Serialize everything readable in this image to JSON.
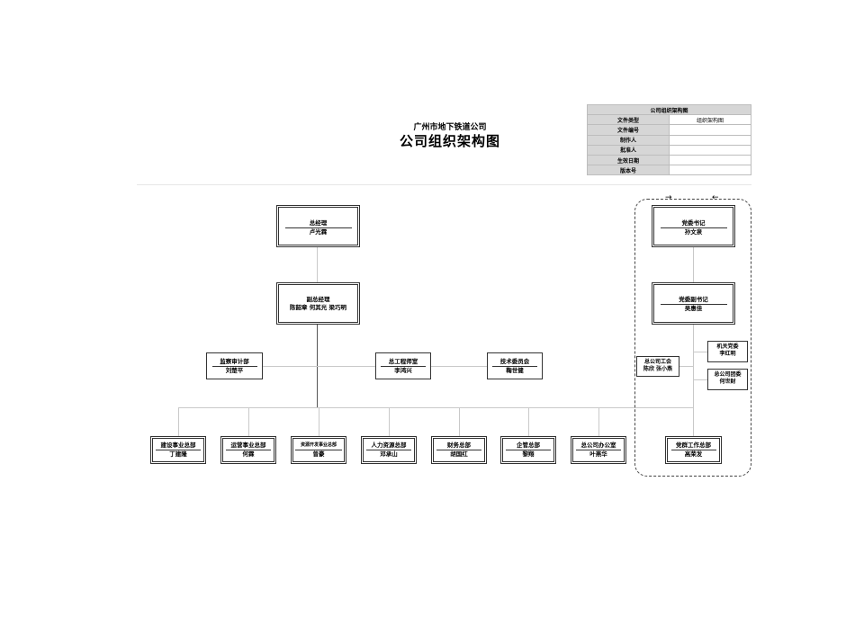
{
  "header": {
    "company": "广州市地下铁道公司",
    "title": "公司组织架构图"
  },
  "info_table": {
    "heading": "公司组织架构图",
    "rows": [
      {
        "label": "文件类型",
        "value": "组织架构图"
      },
      {
        "label": "文件编号",
        "value": ""
      },
      {
        "label": "制作人",
        "value": ""
      },
      {
        "label": "批准人",
        "value": ""
      },
      {
        "label": "生效日期",
        "value": ""
      },
      {
        "label": "版本号",
        "value": ""
      }
    ]
  },
  "org": {
    "gm": {
      "title": "总经理",
      "name": "卢光霖"
    },
    "dgm": {
      "title": "副总经理",
      "name": "陈韶章 何其光 梁巧明"
    },
    "audit": {
      "title": "监察审计部",
      "name": "刘楚平"
    },
    "chief_eng": {
      "title": "总工程师室",
      "name": "李鸿兴"
    },
    "tech": {
      "title": "技术委员会",
      "name": "鞠世健"
    },
    "party_sec": {
      "title": "党委书记",
      "name": "孙文泉"
    },
    "party_dep": {
      "title": "党委副书记",
      "name": "吴惠佳"
    },
    "union": {
      "title": "总公司工会",
      "name": "陈欣 张小燕"
    },
    "organ_party": {
      "title": "机关党委",
      "name": "李红明"
    },
    "youth": {
      "title": "总公司团委",
      "name": "何世财"
    },
    "depts": [
      {
        "title": "建设事业总部",
        "name": "丁建隆"
      },
      {
        "title": "运营事业总部",
        "name": "何霖"
      },
      {
        "title": "资源开发事业总部",
        "name": "曾豪"
      },
      {
        "title": "人力资源总部",
        "name": "邓承山"
      },
      {
        "title": "财务总部",
        "name": "胡国红"
      },
      {
        "title": "企管总部",
        "name": "黎翔"
      },
      {
        "title": "总公司办公室",
        "name": "叶燕华"
      }
    ],
    "party_work": {
      "title": "党群工作总部",
      "name": "高荣发"
    }
  }
}
